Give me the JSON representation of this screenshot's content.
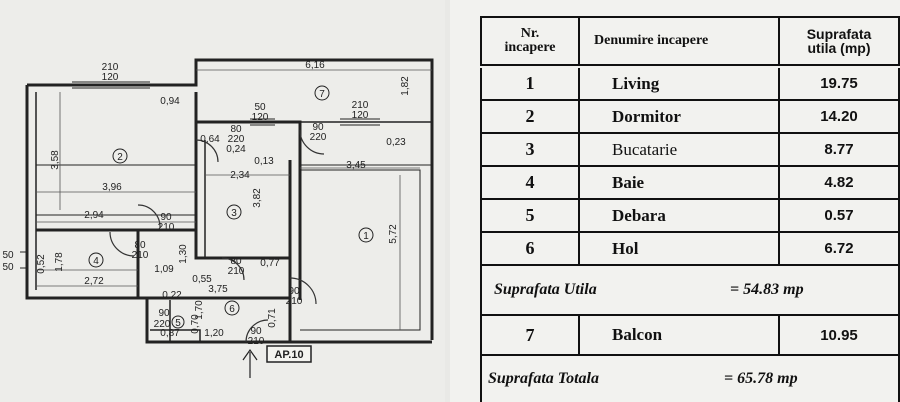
{
  "plan": {
    "dims": {
      "top_win_a": "210",
      "top_win_b": "120",
      "balc_w": "6,16",
      "balc_h": "1,82",
      "d094": "0,94",
      "d050": "50",
      "d120": "120",
      "bwin_a": "210",
      "bwin_b": "120",
      "d080a": "80",
      "d220a": "220",
      "d064": "0,64",
      "d024": "0,24",
      "d090b": "90",
      "d220b": "220",
      "d023": "0,23",
      "d013": "0,13",
      "d234": "2,34",
      "d345": "3,45",
      "d358": "3,58",
      "d396": "3,96",
      "d382": "3,82",
      "d572": "5,72",
      "d294": "2,94",
      "d090c": "90",
      "d210c": "210",
      "d080d": "80",
      "d210d": "210",
      "d130": "1,30",
      "d050l_a": "50",
      "d050l_b": "50",
      "d052": "0,52",
      "d178": "1,78",
      "d109": "1,09",
      "d080e": "80",
      "d210e": "210",
      "d077": "0,77",
      "d272": "2,72",
      "d055": "0,55",
      "d375": "3,75",
      "d090f": "90",
      "d210f": "210",
      "d022": "0,22",
      "d170": "1,70",
      "d090g": "90",
      "d220g": "220",
      "d087": "0,87",
      "d070": "0,70",
      "d071": "0,71",
      "d120b": "1,20",
      "d090h": "90",
      "d210h": "210"
    },
    "rooms": [
      "1",
      "2",
      "3",
      "4",
      "5",
      "6",
      "7"
    ],
    "apartment_label": "AP.10"
  },
  "table": {
    "headers": {
      "nr": [
        "Nr.",
        "incapere"
      ],
      "name": "Denumire incapere",
      "area": [
        "Suprafata",
        "utila  (mp)"
      ]
    },
    "rows": [
      {
        "nr": "1",
        "name": "Living",
        "area": "19.75"
      },
      {
        "nr": "2",
        "name": "Dormitor",
        "area": "14.20"
      },
      {
        "nr": "3",
        "name": "Bucatarie",
        "area": "8.77"
      },
      {
        "nr": "4",
        "name": "Baie",
        "area": "4.82"
      },
      {
        "nr": "5",
        "name": "Debara",
        "area": "0.57"
      },
      {
        "nr": "6",
        "name": "Hol",
        "area": "6.72"
      }
    ],
    "useful_total": {
      "label": "Suprafata  Utila",
      "value": "= 54.83  mp"
    },
    "balcony": {
      "nr": "7",
      "name": "Balcon",
      "area": "10.95"
    },
    "grand_total": {
      "label": "Suprafata  Totala",
      "value": "= 65.78  mp"
    }
  }
}
